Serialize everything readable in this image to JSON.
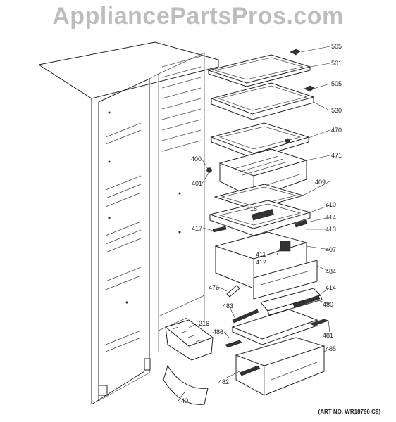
{
  "watermark": "AppliancePartsPros.com",
  "art_number": "(ART NO. WR18796 C9)",
  "callouts": {
    "c505a": "505",
    "c501": "501",
    "c505b": "505",
    "c530": "530",
    "c470": "470",
    "c471": "471",
    "c400": "400",
    "c401": "401",
    "c409": "409",
    "c418": "418",
    "c410": "410",
    "c414a": "414",
    "c417": "417",
    "c413": "413",
    "c411": "411",
    "c412": "412",
    "c407": "407",
    "c484": "484",
    "c476": "476",
    "c414b": "414",
    "c483": "483",
    "c480": "480",
    "c216": "216",
    "c486": "486",
    "c481": "481",
    "c485": "485",
    "c482": "482",
    "c440": "440"
  }
}
